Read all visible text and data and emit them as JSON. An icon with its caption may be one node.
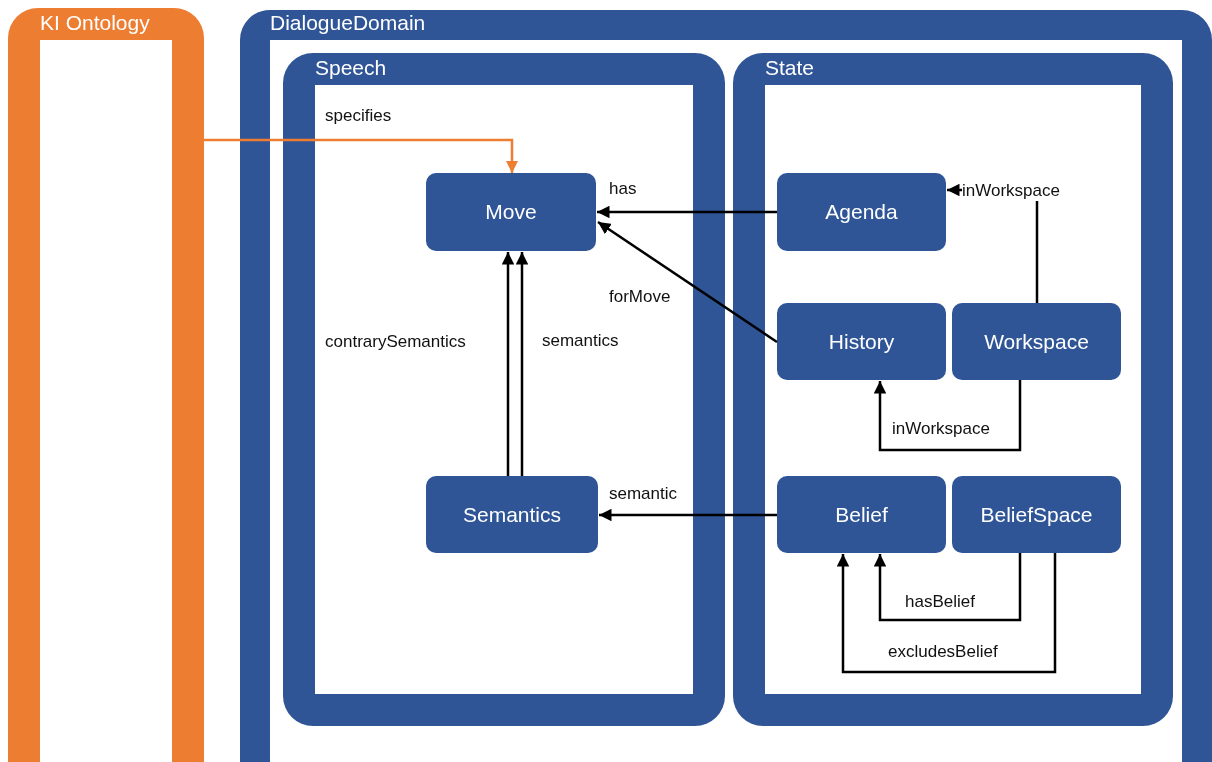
{
  "diagram": {
    "nodes": [
      {
        "text": [
          "KI Ontology"
        ]
      },
      {
        "text": [
          "DialogueDomain"
        ]
      },
      {
        "text": [
          "Speech"
        ],
        "in": 1
      },
      {
        "text": [
          "State"
        ],
        "in": 1
      },
      {
        "text": [
          "Move"
        ],
        "in": 2
      },
      {
        "text": [
          "Semantics"
        ],
        "in": 2
      },
      {
        "text": [
          "Agenda"
        ],
        "in": 3
      },
      {
        "text": [
          "History"
        ],
        "in": 3
      },
      {
        "text": [
          "Workspace"
        ],
        "in": 3
      },
      {
        "text": [
          "Belief"
        ],
        "in": 3
      },
      {
        "text": [
          "BeliefSpace"
        ],
        "in": 3
      }
    ],
    "edges": [
      {
        "from": 0,
        "to": 4,
        "arrow": "to",
        "label": "specifies",
        "color": "#ed7d31"
      },
      {
        "from": 6,
        "to": 4,
        "arrow": "to",
        "label": "has"
      },
      {
        "from": 7,
        "to": 4,
        "arrow": "to",
        "label": "forMove"
      },
      {
        "from": 5,
        "to": 4,
        "arrow": "to",
        "label": "contrarySemantics"
      },
      {
        "from": 5,
        "to": 4,
        "arrow": "to",
        "label": "semantics"
      },
      {
        "from": 9,
        "to": 5,
        "arrow": "to",
        "label": "semantic"
      },
      {
        "from": 8,
        "to": 6,
        "arrow": "to",
        "label": "inWorkspace"
      },
      {
        "from": 8,
        "to": 7,
        "arrow": "to",
        "label": "inWorkspace"
      },
      {
        "from": 10,
        "to": 9,
        "arrow": "to",
        "label": "hasBelief"
      },
      {
        "from": 10,
        "to": 9,
        "arrow": "to",
        "label": "excludesBelief"
      }
    ]
  }
}
